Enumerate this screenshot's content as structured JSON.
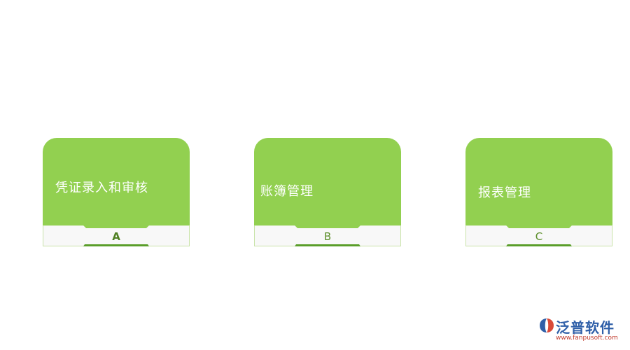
{
  "cards": [
    {
      "title": "凭证录入和审核",
      "letter": "A"
    },
    {
      "title": "账簿管理",
      "letter": "B"
    },
    {
      "title": "报表管理",
      "letter": "C"
    }
  ],
  "logo": {
    "brand": "泛普软件",
    "url": "www.fanpusoft.com"
  },
  "colors": {
    "card": "#92d050",
    "tab_bar": "#5a9e2a",
    "tab_bg": "#f8f8f8"
  }
}
